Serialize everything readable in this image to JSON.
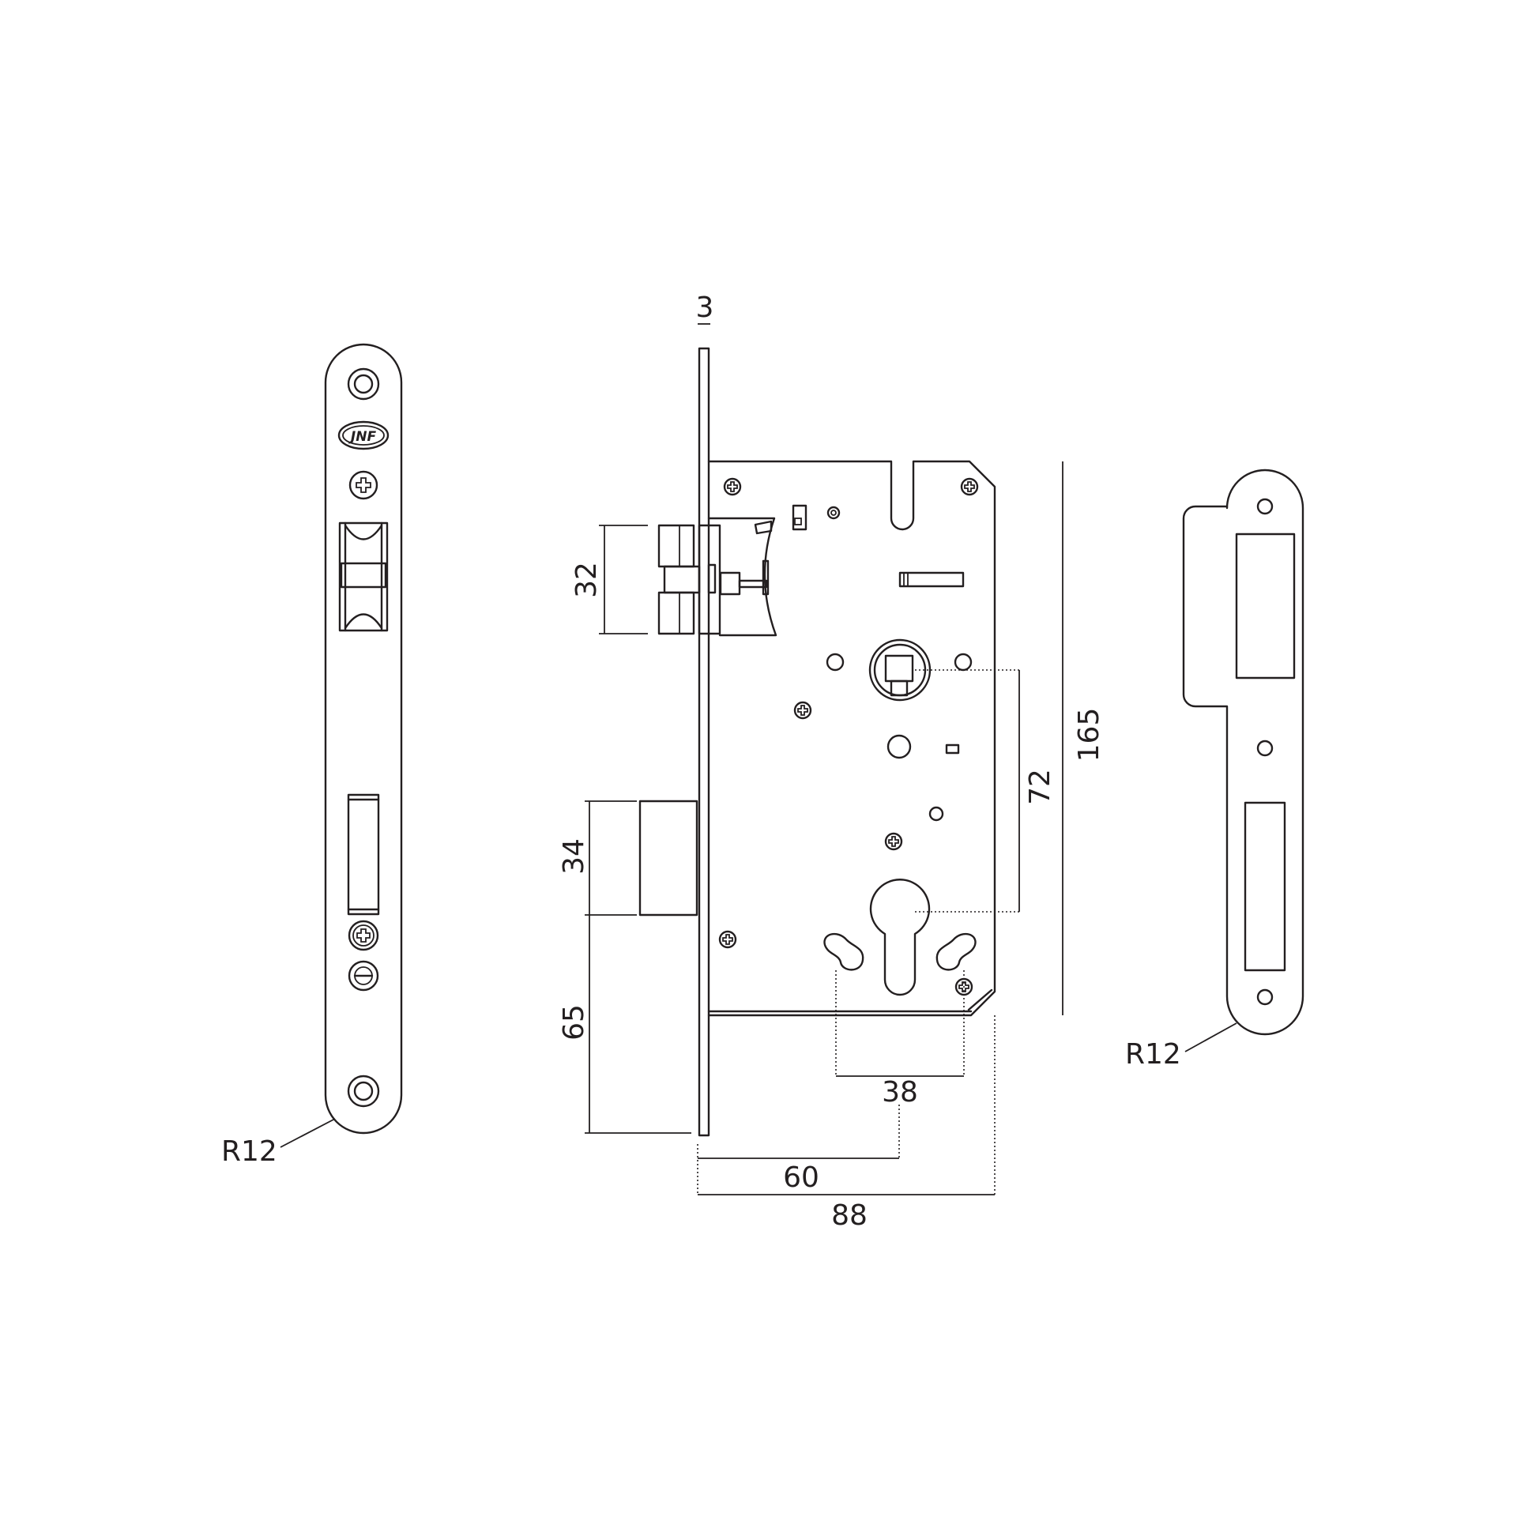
{
  "logo_text": "JNF",
  "dimensions": {
    "faceplate_thickness": "3",
    "latch_height": "32",
    "bolt_height": "34",
    "bolt_offset": "65",
    "center_distance": "72",
    "case_height": "165",
    "screw_spacing": "38",
    "backset": "60",
    "case_depth": "88",
    "faceplate_radius": "R12",
    "strike_radius": "R12"
  },
  "colors": {
    "line": "#231f20",
    "background": "#ffffff"
  }
}
